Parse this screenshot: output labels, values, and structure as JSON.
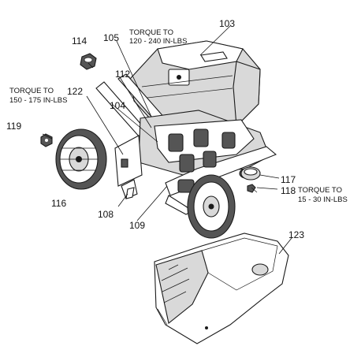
{
  "callouts": {
    "p103": "103",
    "p104": "104",
    "p105": "105",
    "p108": "108",
    "p109": "109",
    "p112": "112",
    "p114": "114",
    "p116": "116",
    "p117": "117",
    "p118": "118",
    "p119": "119",
    "p122": "122",
    "p123": "123"
  },
  "torque_notes": {
    "engine": {
      "line1": "TORQUE TO",
      "line2": "120 - 240 IN-LBS"
    },
    "axle": {
      "line1": "TORQUE TO",
      "line2": "150 - 175 IN-LBS"
    },
    "bolt": {
      "line1": "TORQUE TO",
      "line2": "15 - 30 IN-LBS"
    }
  }
}
